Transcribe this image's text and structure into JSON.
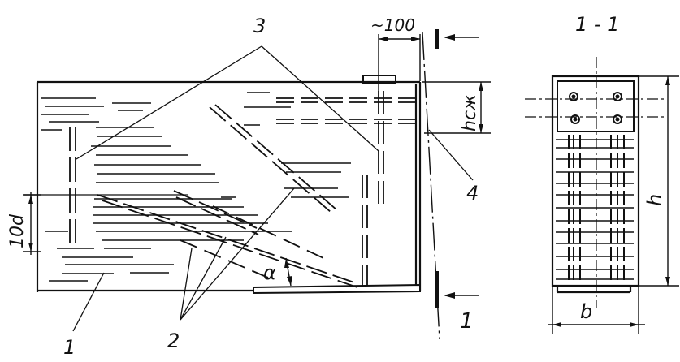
{
  "labels": {
    "ref_1": "1",
    "ref_2": "2",
    "ref_3": "3",
    "ref_4": "4",
    "section_mark": "1",
    "section_title": "1 - 1",
    "dim_100": "~100",
    "dim_10d": "10d",
    "dim_hsj": "hсж",
    "angle": "α",
    "dim_h": "h",
    "dim_b": "b"
  }
}
